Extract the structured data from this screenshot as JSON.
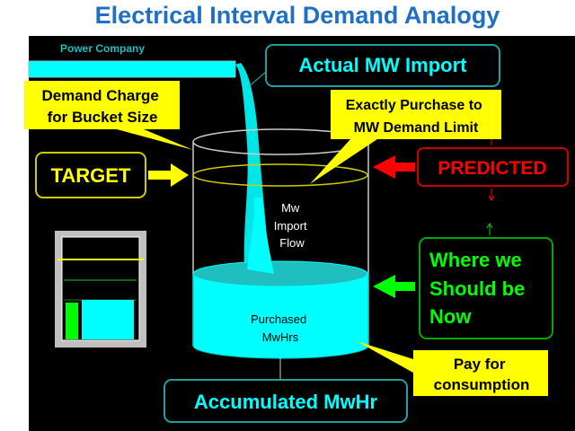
{
  "title": "Electrical Interval Demand Analogy",
  "power_company": "Power Company",
  "actual_import": "Actual MW Import",
  "demand_charge": [
    "Demand Charge",
    "for Bucket Size"
  ],
  "exactly_purchase": [
    "Exactly Purchase to",
    "MW Demand Limit"
  ],
  "target": "TARGET",
  "predicted": "PREDICTED",
  "mw_import_flow": [
    "Mw",
    "Import",
    "Flow"
  ],
  "where_we_should_be": [
    "Where we",
    "Should be",
    "Now"
  ],
  "purchased": [
    "Purchased",
    "MwHrs"
  ],
  "pay_for": [
    "Pay for",
    "consumption"
  ],
  "accumulated": "Accumulated MwHr",
  "colors": {
    "cyan": "#00ffff",
    "yellow": "#ffff00",
    "red": "#ff0000",
    "green": "#00ff00",
    "title": "#1f6fc4"
  }
}
